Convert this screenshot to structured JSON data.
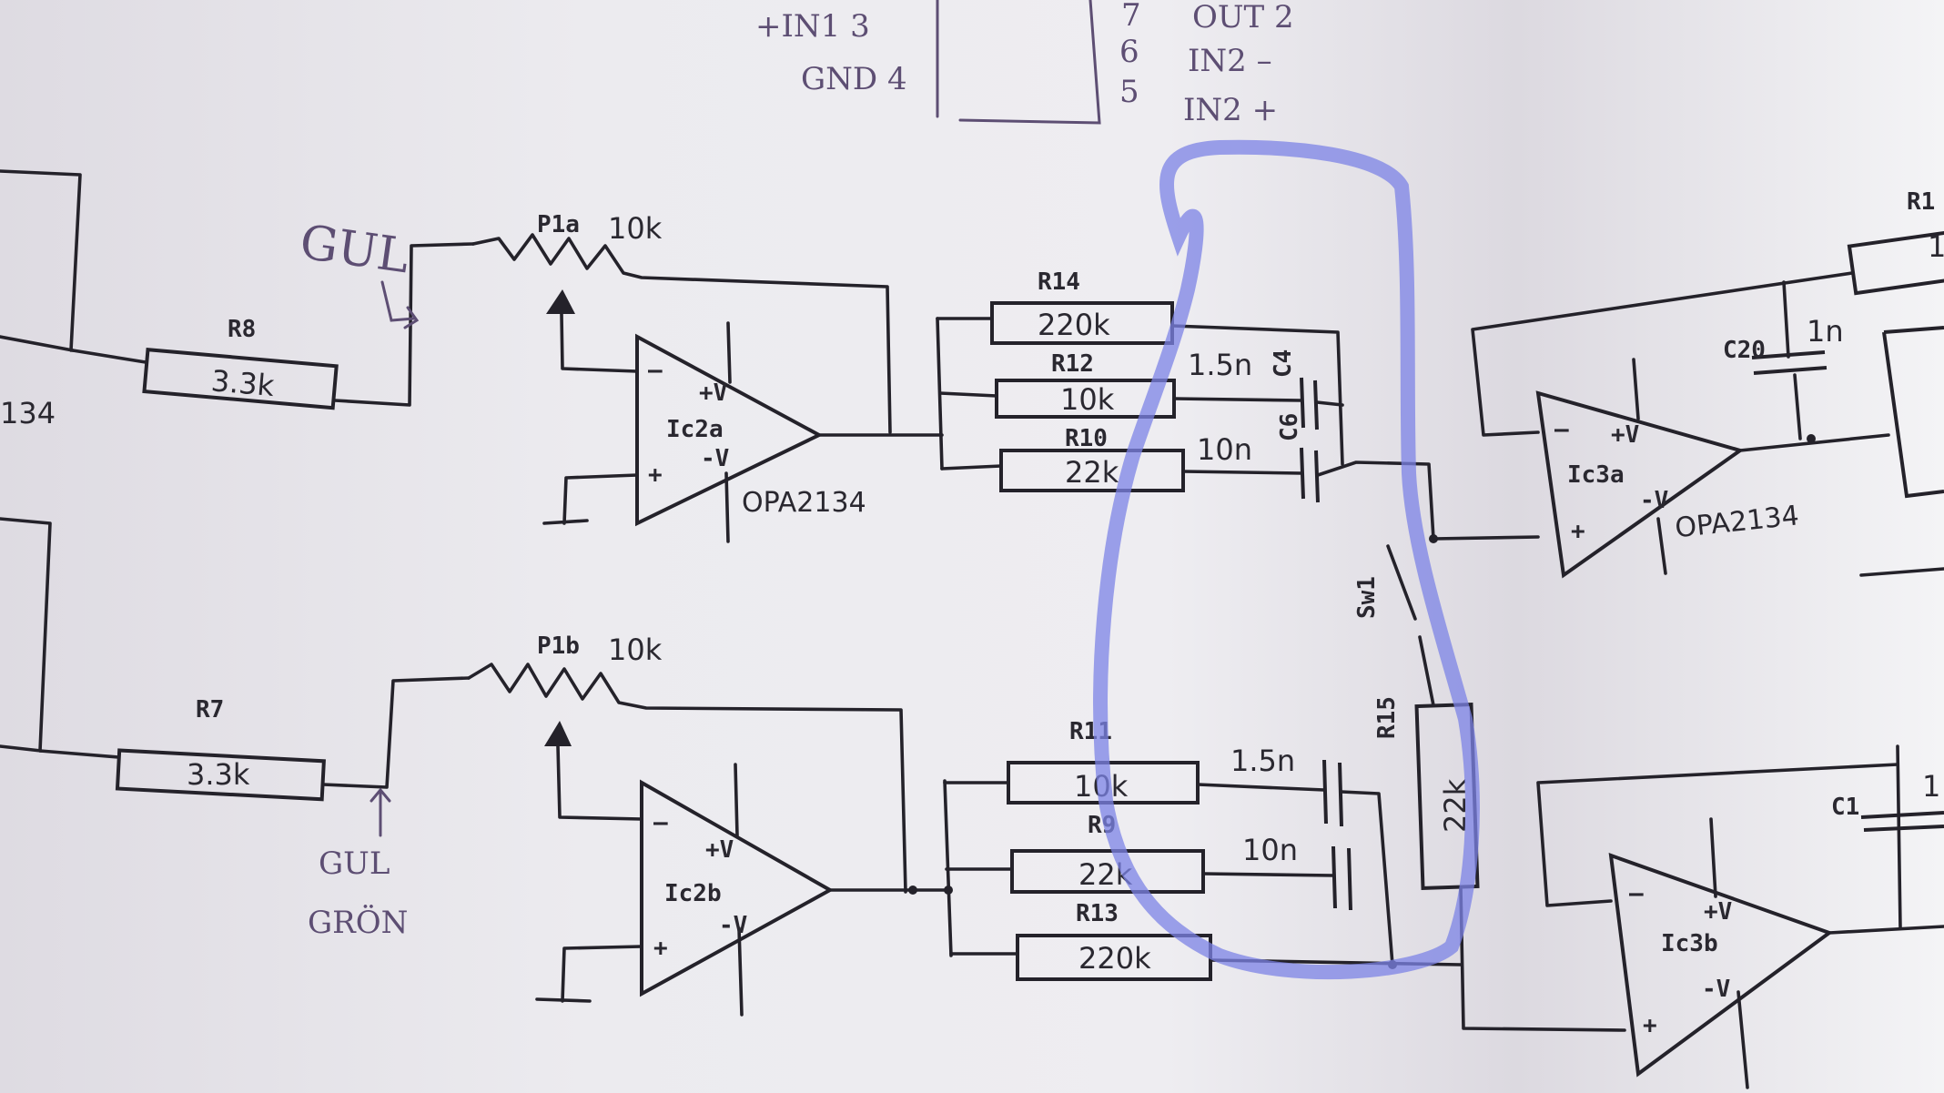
{
  "pinout": {
    "left_pin3": "+IN1 3",
    "left_pin4": "GND 4",
    "right_pin7_num": "7",
    "right_pin7": "OUT 2",
    "right_pin6_num": "6",
    "right_pin6": "IN2 –",
    "right_pin5_num": "5",
    "right_pin5": "IN2 +"
  },
  "handwritten": {
    "gul_top": "GUL",
    "gul_bottom": "GUL",
    "gron": "GRÖN"
  },
  "edge_text": {
    "partial_134": "134",
    "partial_R1": "R1",
    "partial_1": "1",
    "partial_C1": "C1",
    "partial_1b": "1"
  },
  "pots": {
    "P1a": {
      "name": "P1a",
      "value": "10k"
    },
    "P1b": {
      "name": "P1b",
      "value": "10k"
    }
  },
  "resistors": {
    "R8": {
      "name": "R8",
      "value": "3.3k"
    },
    "R7": {
      "name": "R7",
      "value": "3.3k"
    },
    "R14": {
      "name": "R14",
      "value": "220k"
    },
    "R12": {
      "name": "R12",
      "value": "10k"
    },
    "R10": {
      "name": "R10",
      "value": "22k"
    },
    "R11": {
      "name": "R11",
      "value": "10k"
    },
    "R9": {
      "name": "R9",
      "value": "22k"
    },
    "R13": {
      "name": "R13",
      "value": "220k"
    },
    "R15": {
      "name": "R15",
      "value": "22k"
    }
  },
  "capacitors": {
    "C4": {
      "name": "C4",
      "value": "1.5n"
    },
    "C6": {
      "name": "C6",
      "value": "10n"
    },
    "C_b1": {
      "name": "",
      "value": "1.5n"
    },
    "C_b2": {
      "name": "",
      "value": "10n"
    },
    "C20": {
      "name": "C20",
      "value": "1n"
    }
  },
  "switches": {
    "Sw1": {
      "name": "Sw1"
    }
  },
  "opamps": {
    "Ic2a": {
      "name": "Ic2a",
      "part": "OPA2134",
      "pos_supply": "+V",
      "neg_supply": "-V",
      "inv": "–",
      "noninv": "+"
    },
    "Ic2b": {
      "name": "Ic2b",
      "part": "",
      "pos_supply": "+V",
      "neg_supply": "-V",
      "inv": "–",
      "noninv": "+"
    },
    "Ic3a": {
      "name": "Ic3a",
      "part": "OPA2134",
      "pos_supply": "+V",
      "neg_supply": "-V",
      "inv": "–",
      "noninv": "+"
    },
    "Ic3b": {
      "name": "Ic3b",
      "part": "",
      "pos_supply": "+V",
      "neg_supply": "-V",
      "inv": "–",
      "noninv": "+"
    }
  },
  "colors": {
    "ink": "#24222a",
    "pencil": "#5d4e73",
    "highlight_marker": "#7c83e6",
    "paper": "#e9e7ec"
  }
}
